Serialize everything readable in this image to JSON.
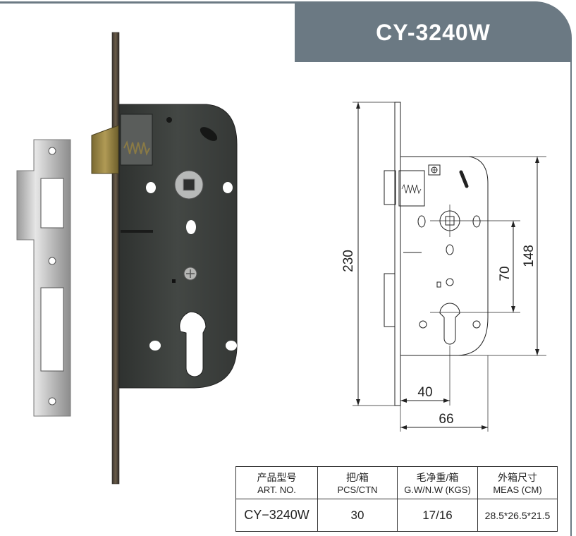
{
  "header": {
    "title": "CY-3240W"
  },
  "drawing": {
    "dimensions": {
      "overall_height": "230",
      "case_height": "148",
      "center_distance": "70",
      "backset": "40",
      "case_width": "66"
    }
  },
  "spec_table": {
    "headers": [
      {
        "cn": "产品型号",
        "en": "ART. NO."
      },
      {
        "cn": "把/箱",
        "en": "PCS/CTN"
      },
      {
        "cn": "毛净重/箱",
        "en": "G.W/N.W (KGS)"
      },
      {
        "cn": "外箱尺寸",
        "en": "MEAS (CM)"
      }
    ],
    "row": {
      "model": "CY−3240W",
      "pcs": "30",
      "weight": "17/16",
      "meas": "28.5*26.5*21.5"
    }
  },
  "colors": {
    "header_bg": "#6b7983",
    "header_text": "#ffffff",
    "lock_body": "#3b3e3c",
    "strike_plate": "#c9c9c9"
  }
}
